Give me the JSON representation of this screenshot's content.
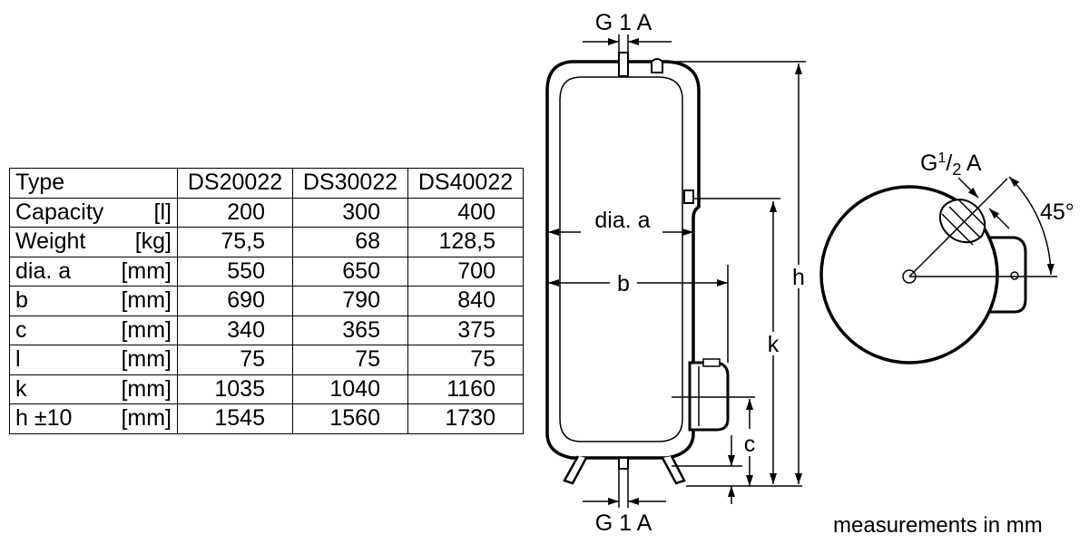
{
  "table": {
    "header": {
      "label": "Type",
      "models": [
        "DS20022",
        "DS30022",
        "DS40022"
      ]
    },
    "rows": [
      {
        "name": "Capacity",
        "unit": "[l]",
        "values": [
          "200",
          "300",
          "400"
        ]
      },
      {
        "name": "Weight",
        "unit": "[kg]",
        "values": [
          "75,5",
          "68",
          "128,5"
        ]
      },
      {
        "name": "dia. a",
        "unit": "[mm]",
        "values": [
          "550",
          "650",
          "700"
        ]
      },
      {
        "name": "b",
        "unit": "[mm]",
        "values": [
          "690",
          "790",
          "840"
        ]
      },
      {
        "name": "c",
        "unit": "[mm]",
        "values": [
          "340",
          "365",
          "375"
        ]
      },
      {
        "name": "l",
        "unit": "[mm]",
        "values": [
          "75",
          "75",
          "75"
        ]
      },
      {
        "name": "k",
        "unit": "[mm]",
        "values": [
          "1035",
          "1040",
          "1160"
        ]
      },
      {
        "name": "h ±10",
        "unit": "[mm]",
        "values": [
          "1545",
          "1560",
          "1730"
        ]
      }
    ]
  },
  "diagram": {
    "top_connection": "G 1 A",
    "bottom_connection": "G 1 A",
    "dim_dia_a": "dia. a",
    "dim_b": "b",
    "dim_c": "c",
    "dim_k": "k",
    "dim_h": "h",
    "side_connection_prefix": "G",
    "side_connection_sup": "1",
    "side_connection_sub": "2",
    "side_connection_suffix": " A",
    "angle": "45°"
  },
  "footer": {
    "note": "measurements in mm"
  }
}
